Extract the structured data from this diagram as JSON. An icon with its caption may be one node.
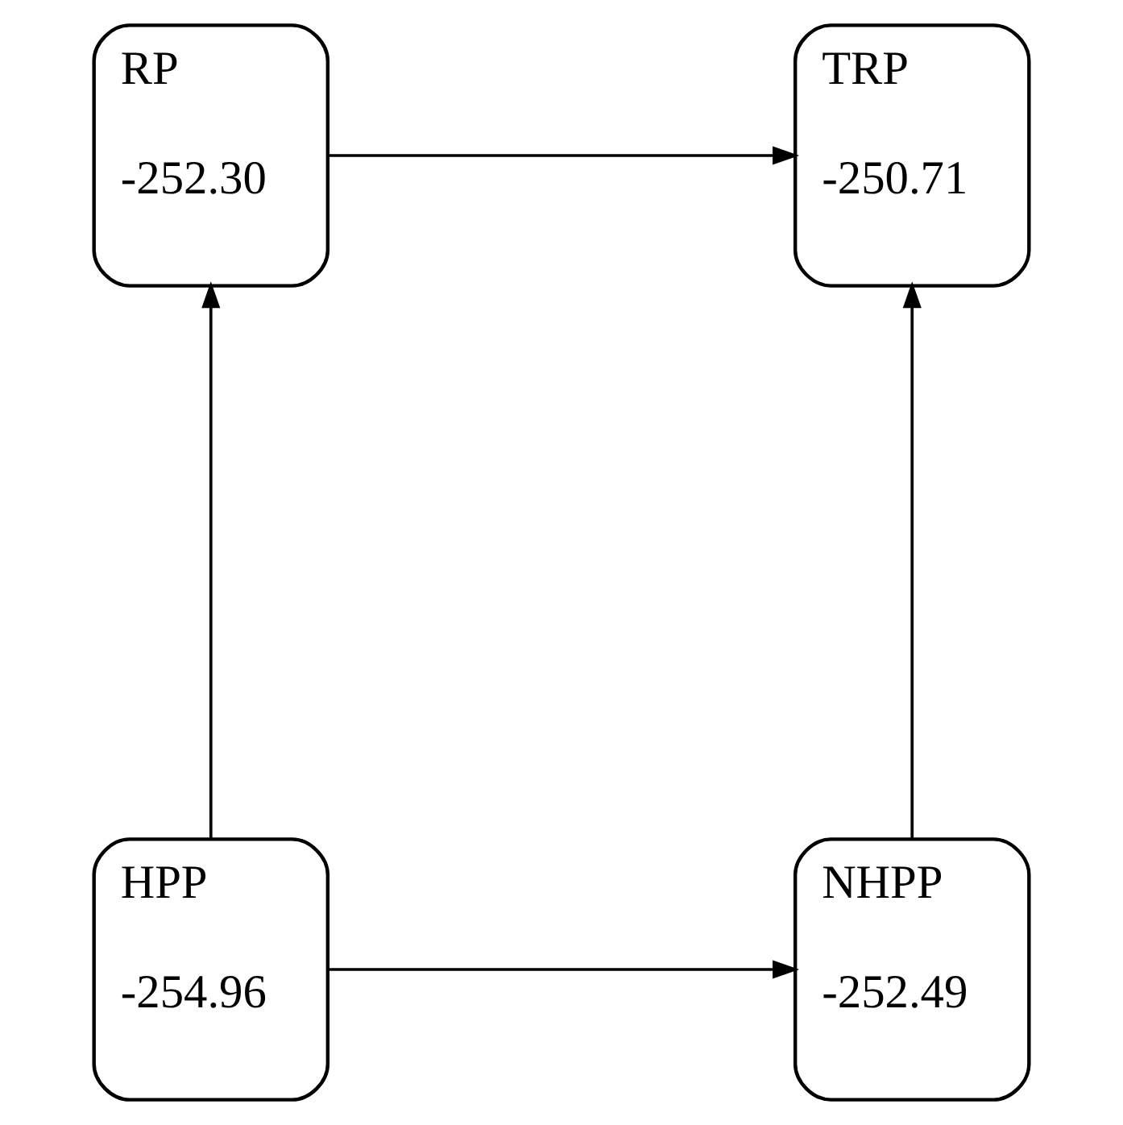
{
  "diagram": {
    "nodes": [
      {
        "text": [
          "RP",
          "-252.30"
        ]
      },
      {
        "text": [
          "TRP",
          "-250.71"
        ]
      },
      {
        "text": [
          "HPP",
          "-254.96"
        ]
      },
      {
        "text": [
          "NHPP",
          "-252.49"
        ]
      }
    ],
    "edges": [
      {
        "from": 0,
        "to": 1,
        "arrow": "to"
      },
      {
        "from": 2,
        "to": 0,
        "arrow": "to"
      },
      {
        "from": 3,
        "to": 1,
        "arrow": "to"
      },
      {
        "from": 2,
        "to": 3,
        "arrow": "to"
      }
    ]
  }
}
